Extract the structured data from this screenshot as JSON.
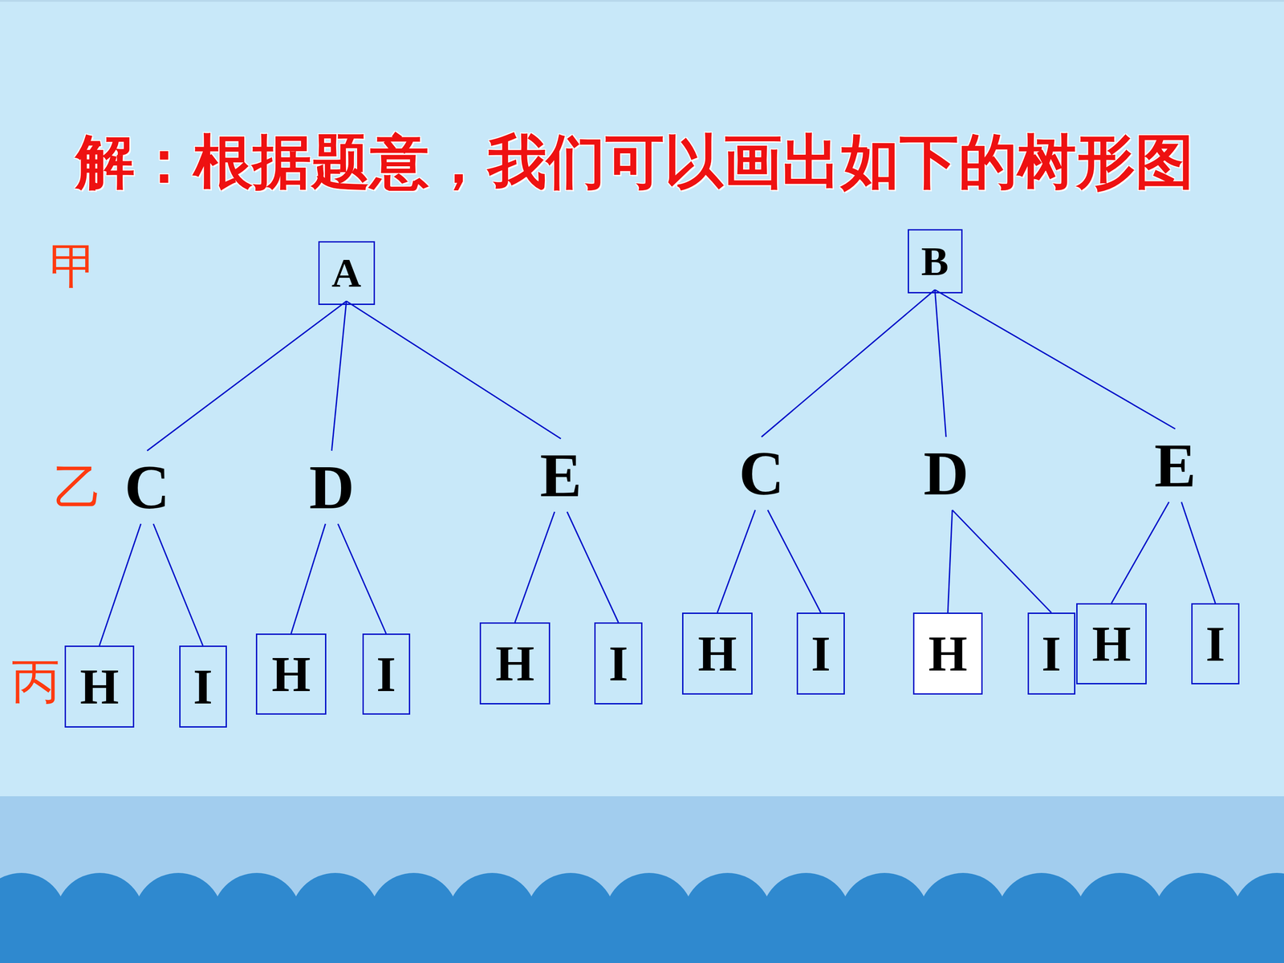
{
  "diagram": {
    "title": "解：根据题意，我们可以画出如下的树形图",
    "nodes": [
      {
        "text": [
          "A"
        ]
      },
      {
        "text": [
          "B"
        ]
      },
      {
        "text": [
          "C"
        ]
      },
      {
        "text": [
          "D"
        ]
      },
      {
        "text": [
          "E"
        ]
      },
      {
        "text": [
          "C"
        ]
      },
      {
        "text": [
          "D"
        ]
      },
      {
        "text": [
          "E"
        ]
      },
      {
        "text": [
          "H"
        ]
      },
      {
        "text": [
          "I"
        ]
      },
      {
        "text": [
          "H"
        ]
      },
      {
        "text": [
          "I"
        ]
      },
      {
        "text": [
          "H"
        ]
      },
      {
        "text": [
          "I"
        ]
      },
      {
        "text": [
          "H"
        ]
      },
      {
        "text": [
          "I"
        ]
      },
      {
        "text": [
          "H"
        ]
      },
      {
        "text": [
          "I"
        ]
      },
      {
        "text": [
          "H"
        ]
      },
      {
        "text": [
          "I"
        ]
      }
    ],
    "edges": [
      {
        "from": 0,
        "to": 2,
        "arrow": "none"
      },
      {
        "from": 0,
        "to": 3,
        "arrow": "none"
      },
      {
        "from": 0,
        "to": 4,
        "arrow": "none"
      },
      {
        "from": 1,
        "to": 5,
        "arrow": "none"
      },
      {
        "from": 1,
        "to": 6,
        "arrow": "none"
      },
      {
        "from": 1,
        "to": 7,
        "arrow": "none"
      },
      {
        "from": 2,
        "to": 8,
        "arrow": "none"
      },
      {
        "from": 2,
        "to": 9,
        "arrow": "none"
      },
      {
        "from": 3,
        "to": 10,
        "arrow": "none"
      },
      {
        "from": 3,
        "to": 11,
        "arrow": "none"
      },
      {
        "from": 4,
        "to": 12,
        "arrow": "none"
      },
      {
        "from": 4,
        "to": 13,
        "arrow": "none"
      },
      {
        "from": 5,
        "to": 14,
        "arrow": "none"
      },
      {
        "from": 5,
        "to": 15,
        "arrow": "none"
      },
      {
        "from": 6,
        "to": 16,
        "arrow": "none"
      },
      {
        "from": 6,
        "to": 17,
        "arrow": "none"
      },
      {
        "from": 7,
        "to": 18,
        "arrow": "none"
      },
      {
        "from": 7,
        "to": 19,
        "arrow": "none"
      }
    ],
    "labels": [
      "甲",
      "乙",
      "丙"
    ]
  }
}
